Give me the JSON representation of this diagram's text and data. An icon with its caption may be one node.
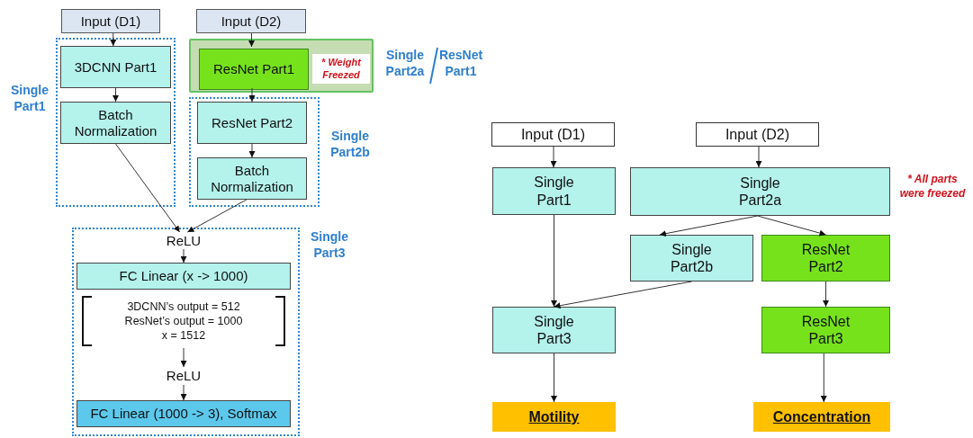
{
  "diagram": {
    "nodes": [
      {
        "text": [
          "Input (D1)"
        ]
      },
      {
        "text": [
          "Input (D2)"
        ]
      },
      {
        "text": [
          "Single Part1"
        ]
      },
      {
        "text": [
          "3DCNN Part1"
        ],
        "in": 2
      },
      {
        "text": [
          "Batch Normalization"
        ],
        "in": 2
      },
      {
        "text": [
          "Single Part2a",
          "ResNet Part1"
        ]
      },
      {
        "text": [
          "ResNet Part1"
        ],
        "in": 5
      },
      {
        "text": [
          "* Weight Freezed"
        ],
        "in": 5
      },
      {
        "text": [
          "Single Part2b"
        ]
      },
      {
        "text": [
          "ResNet Part2"
        ],
        "in": 8
      },
      {
        "text": [
          "Batch Normalization"
        ],
        "in": 8
      },
      {
        "text": [
          "Single Part3"
        ]
      },
      {
        "text": [
          "ReLU"
        ],
        "in": 11
      },
      {
        "text": [
          "FC Linear (x -> 1000)"
        ],
        "in": 11
      },
      {
        "text": [
          "3DCNN’s output = 512",
          "ResNet’s output = 1000",
          "x = 1512"
        ],
        "in": 11
      },
      {
        "text": [
          "ReLU"
        ],
        "in": 11
      },
      {
        "text": [
          "FC Linear (1000 -> 3), Softmax"
        ],
        "in": 11
      },
      {
        "text": [
          "Input (D1)"
        ]
      },
      {
        "text": [
          "Input (D2)"
        ]
      },
      {
        "text": [
          "Single Part1"
        ]
      },
      {
        "text": [
          "Single Part2a"
        ]
      },
      {
        "text": [
          "Single Part2b"
        ]
      },
      {
        "text": [
          "ResNet Part2"
        ]
      },
      {
        "text": [
          "Single Part3"
        ]
      },
      {
        "text": [
          "ResNet Part3"
        ]
      },
      {
        "text": [
          "Motility"
        ]
      },
      {
        "text": [
          "Concentration"
        ]
      }
    ],
    "edges": [
      {
        "from": 0,
        "to": 3,
        "arrow": "to"
      },
      {
        "from": 3,
        "to": 4,
        "arrow": "to"
      },
      {
        "from": 4,
        "to": 12,
        "arrow": "to"
      },
      {
        "from": 1,
        "to": 6,
        "arrow": "to"
      },
      {
        "from": 6,
        "to": 9,
        "arrow": "to"
      },
      {
        "from": 9,
        "to": 10,
        "arrow": "to"
      },
      {
        "from": 10,
        "to": 12,
        "arrow": "to"
      },
      {
        "from": 12,
        "to": 13,
        "arrow": "to"
      },
      {
        "from": 14,
        "to": 15,
        "arrow": "to"
      },
      {
        "from": 15,
        "to": 16,
        "arrow": "to"
      },
      {
        "from": 17,
        "to": 19,
        "arrow": "to"
      },
      {
        "from": 18,
        "to": 20,
        "arrow": "to"
      },
      {
        "from": 19,
        "to": 23,
        "arrow": "to"
      },
      {
        "from": 20,
        "to": 21,
        "arrow": "to"
      },
      {
        "from": 20,
        "to": 22,
        "arrow": "to"
      },
      {
        "from": 21,
        "to": 23,
        "arrow": "to"
      },
      {
        "from": 22,
        "to": 24,
        "arrow": "to"
      },
      {
        "from": 23,
        "to": 25,
        "arrow": "to"
      },
      {
        "from": 24,
        "to": 26,
        "arrow": "to"
      }
    ],
    "labels": [
      "* All parts were freezed"
    ]
  }
}
